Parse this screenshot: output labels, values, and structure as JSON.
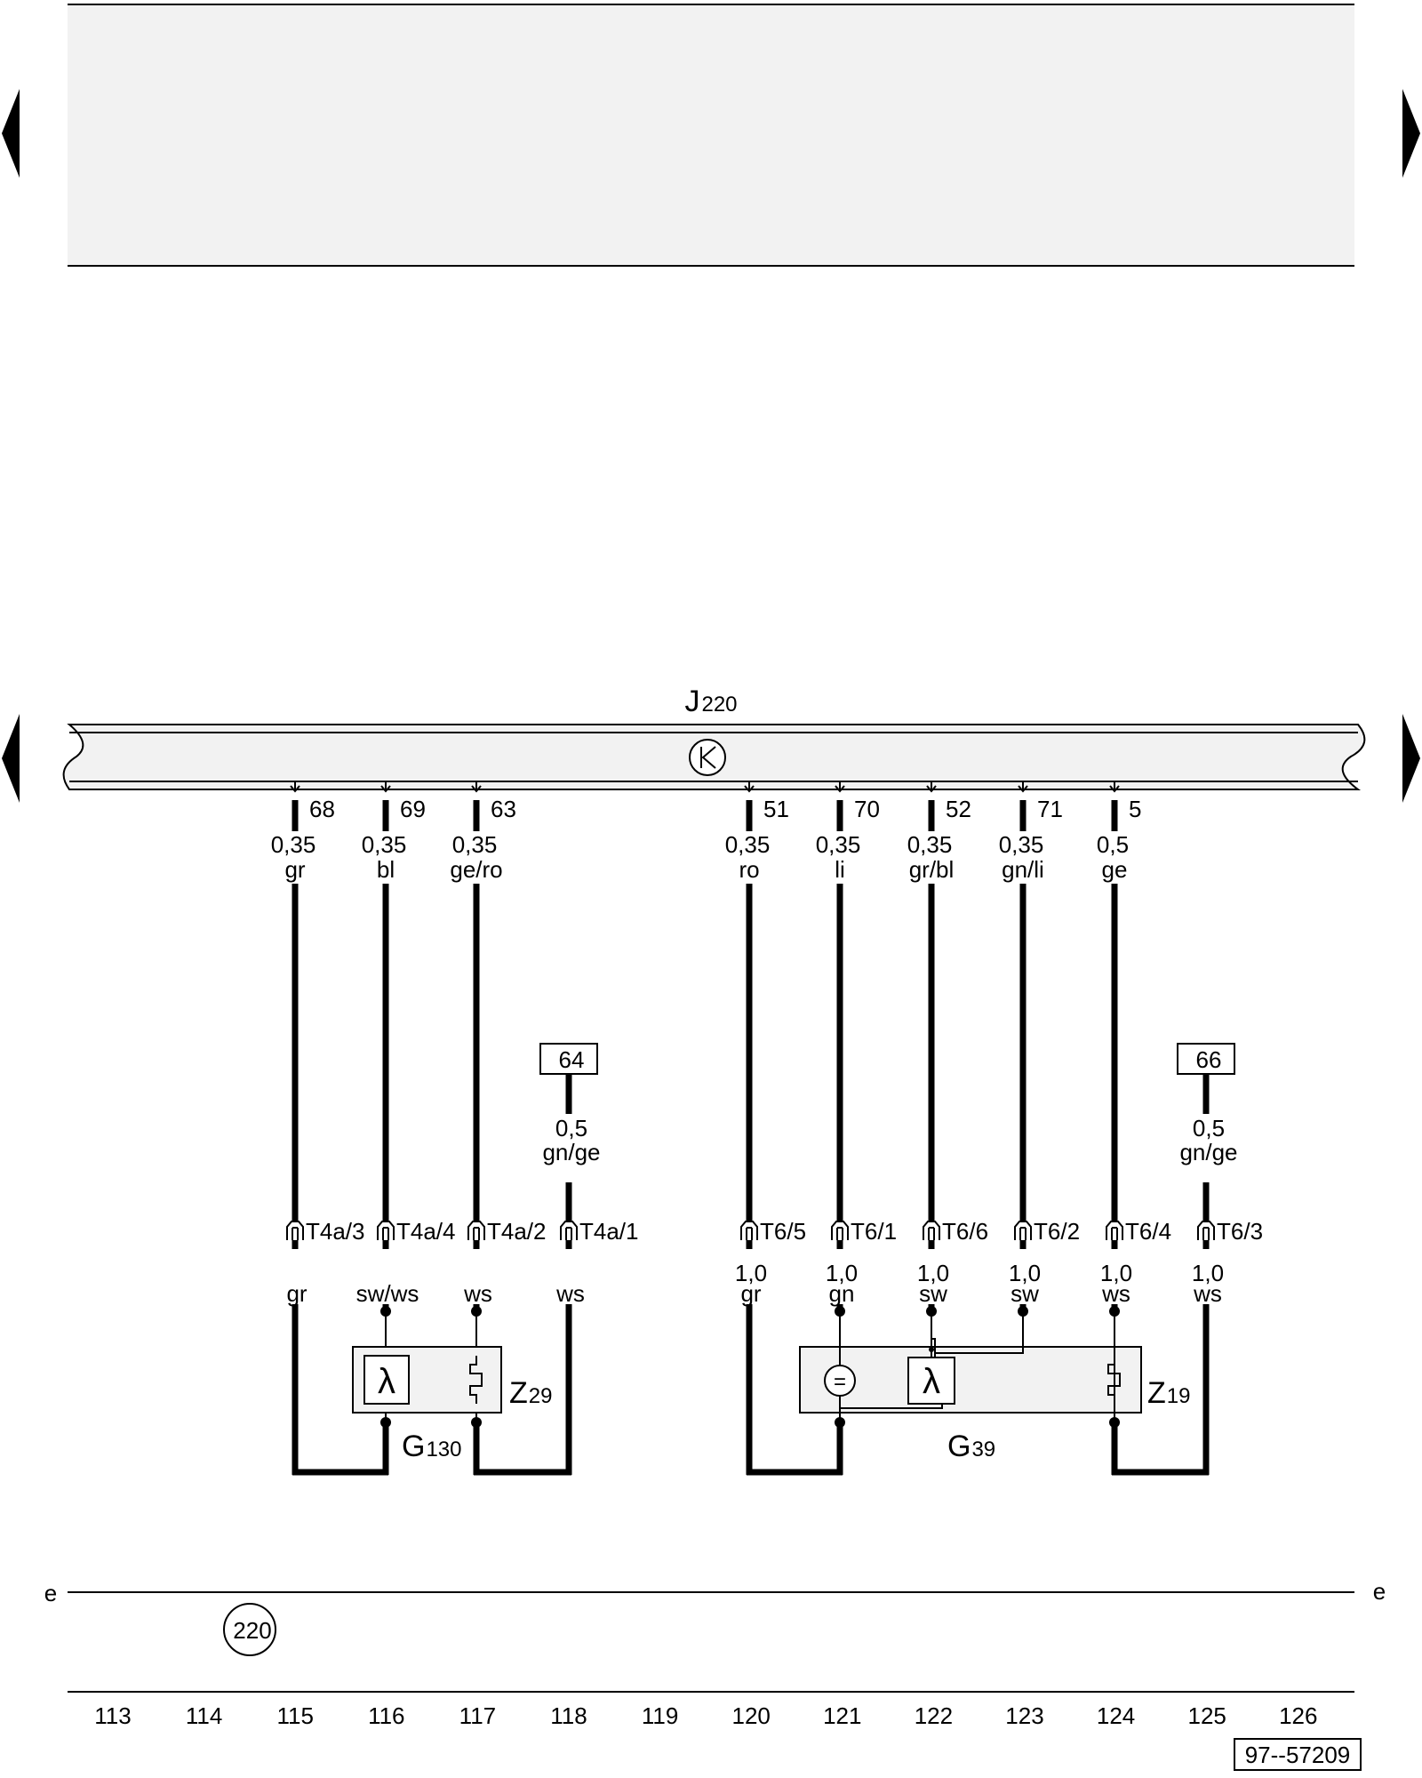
{
  "control_unit": {
    "label": "J",
    "number": "220"
  },
  "pins": [
    {
      "pin": "68",
      "size": "0,35",
      "color": "gr"
    },
    {
      "pin": "69",
      "size": "0,35",
      "color": "bl"
    },
    {
      "pin": "63",
      "size": "0,35",
      "color": "ge/ro"
    },
    {
      "pin": "51",
      "size": "0,35",
      "color": "ro"
    },
    {
      "pin": "70",
      "size": "0,35",
      "color": "li"
    },
    {
      "pin": "52",
      "size": "0,35",
      "color": "gr/bl"
    },
    {
      "pin": "71",
      "size": "0,35",
      "color": "gn/li"
    },
    {
      "pin": "5",
      "size": "0,5",
      "color": "ge"
    }
  ],
  "refs": [
    {
      "num": "64",
      "size": "0,5",
      "color": "gn/ge"
    },
    {
      "num": "66",
      "size": "0,5",
      "color": "gn/ge"
    }
  ],
  "connectors": [
    {
      "label": "T4a/3",
      "size": "",
      "color": "gr"
    },
    {
      "label": "T4a/4",
      "size": "",
      "color": "sw/ws"
    },
    {
      "label": "T4a/2",
      "size": "",
      "color": "ws"
    },
    {
      "label": "T4a/1",
      "size": "",
      "color": "ws"
    },
    {
      "label": "T6/5",
      "size": "1,0",
      "color": "gr"
    },
    {
      "label": "T6/1",
      "size": "1,0",
      "color": "gn"
    },
    {
      "label": "T6/6",
      "size": "1,0",
      "color": "sw"
    },
    {
      "label": "T6/2",
      "size": "1,0",
      "color": "sw"
    },
    {
      "label": "T6/4",
      "size": "1,0",
      "color": "ws"
    },
    {
      "label": "T6/3",
      "size": "1,0",
      "color": "ws"
    }
  ],
  "components": {
    "g130": {
      "label": "G",
      "number": "130"
    },
    "z29": {
      "label": "Z",
      "number": "29"
    },
    "g39": {
      "label": "G",
      "number": "39"
    },
    "z19": {
      "label": "Z",
      "number": "19"
    },
    "lambda_symbol": "λ",
    "dc_symbol": "="
  },
  "bottom": {
    "line_letter": "e",
    "circle_ref": "220",
    "doc_number": "97--57209"
  },
  "columns": [
    "113",
    "114",
    "115",
    "116",
    "117",
    "118",
    "119",
    "120",
    "121",
    "122",
    "123",
    "124",
    "125",
    "126"
  ]
}
